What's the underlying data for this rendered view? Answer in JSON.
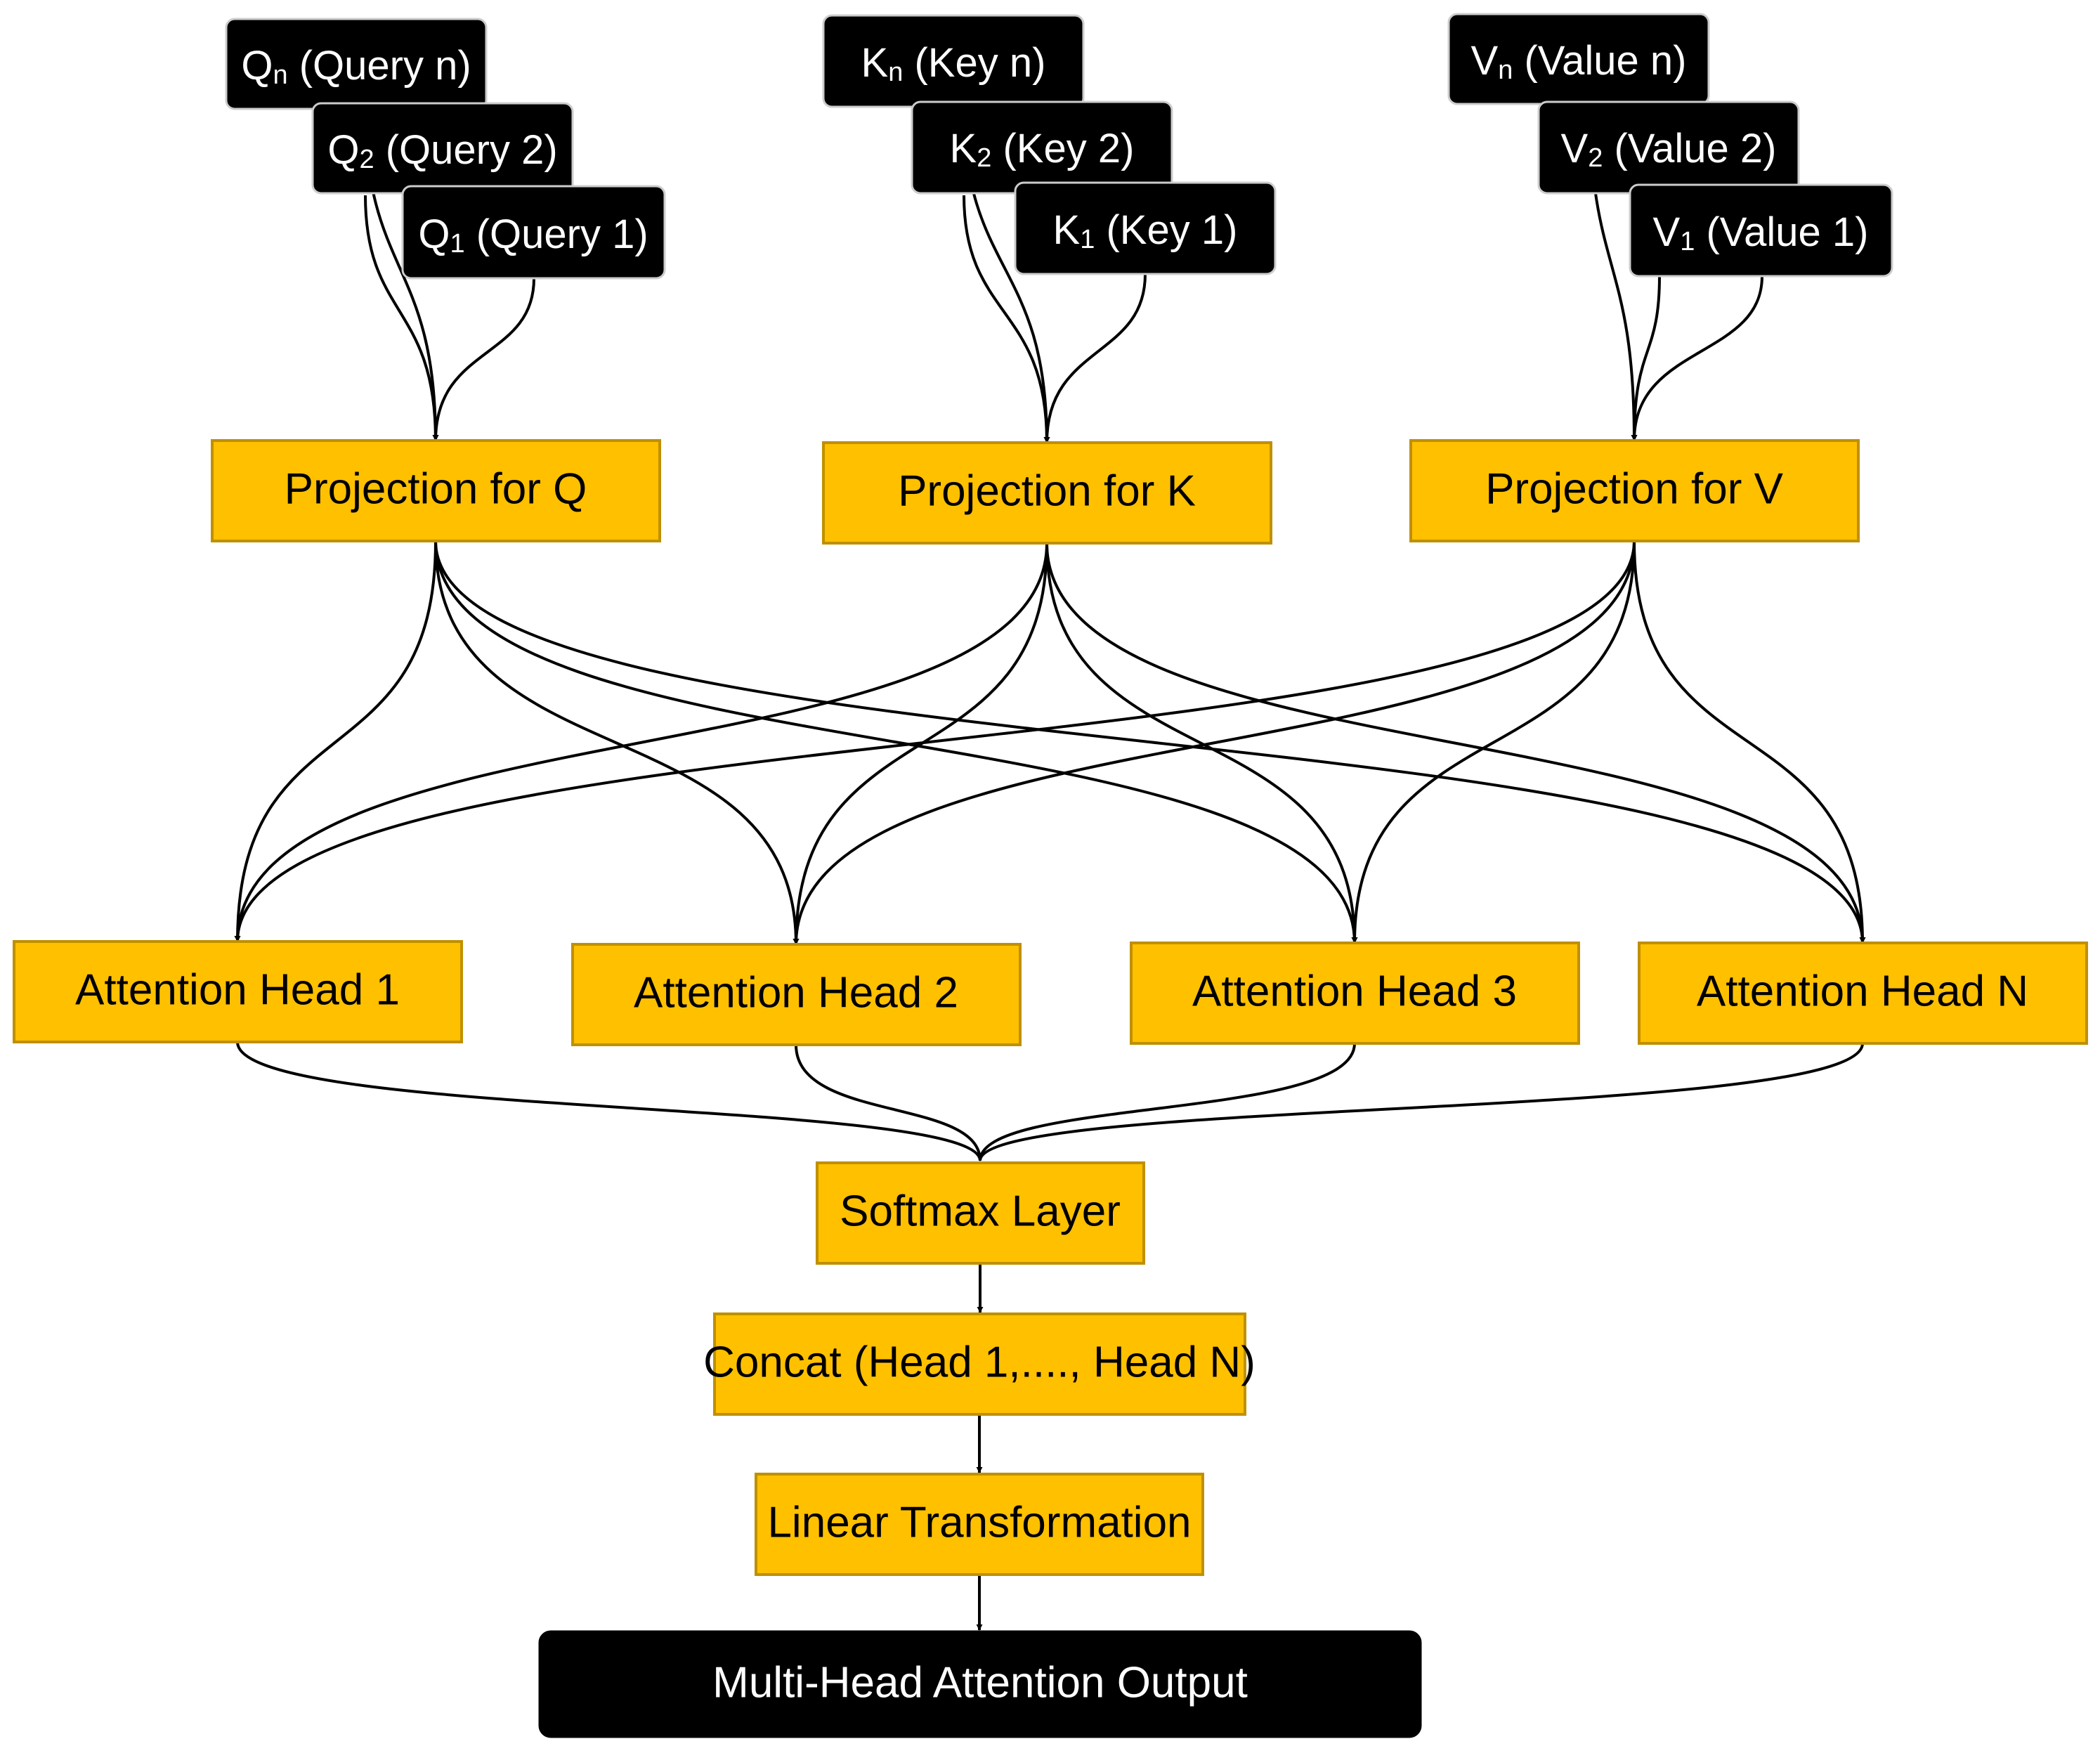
{
  "inputs": {
    "query": [
      {
        "base": "Q",
        "sub": "n",
        "rest": " (Query n)"
      },
      {
        "base": "Q",
        "sub": "2",
        "rest": " (Query 2)"
      },
      {
        "base": "Q",
        "sub": "1",
        "rest": " (Query 1)"
      }
    ],
    "key": [
      {
        "base": "K",
        "sub": "n",
        "rest": " (Key n)"
      },
      {
        "base": "K",
        "sub": "2",
        "rest": " (Key 2)"
      },
      {
        "base": "K",
        "sub": "1",
        "rest": " (Key 1)"
      }
    ],
    "value": [
      {
        "base": "V",
        "sub": "n",
        "rest": " (Value n)"
      },
      {
        "base": "V",
        "sub": "2",
        "rest": " (Value 2)"
      },
      {
        "base": "V",
        "sub": "1",
        "rest": " (Value 1)"
      }
    ]
  },
  "projections": [
    "Projection for Q",
    "Projection for K",
    "Projection for V"
  ],
  "heads": [
    "Attention Head 1",
    "Attention Head 2",
    "Attention Head 3",
    "Attention Head N"
  ],
  "softmax": "Softmax Layer",
  "concat": "Concat (Head 1,...., Head N)",
  "linear": "Linear Transformation",
  "output": "Multi-Head Attention Output",
  "colors": {
    "box_fill": "#FFC000",
    "box_stroke": "#BF9000",
    "black": "#000000",
    "text_dark": "#000000",
    "text_light": "#ffffff",
    "input_stroke": "#cccccc"
  }
}
